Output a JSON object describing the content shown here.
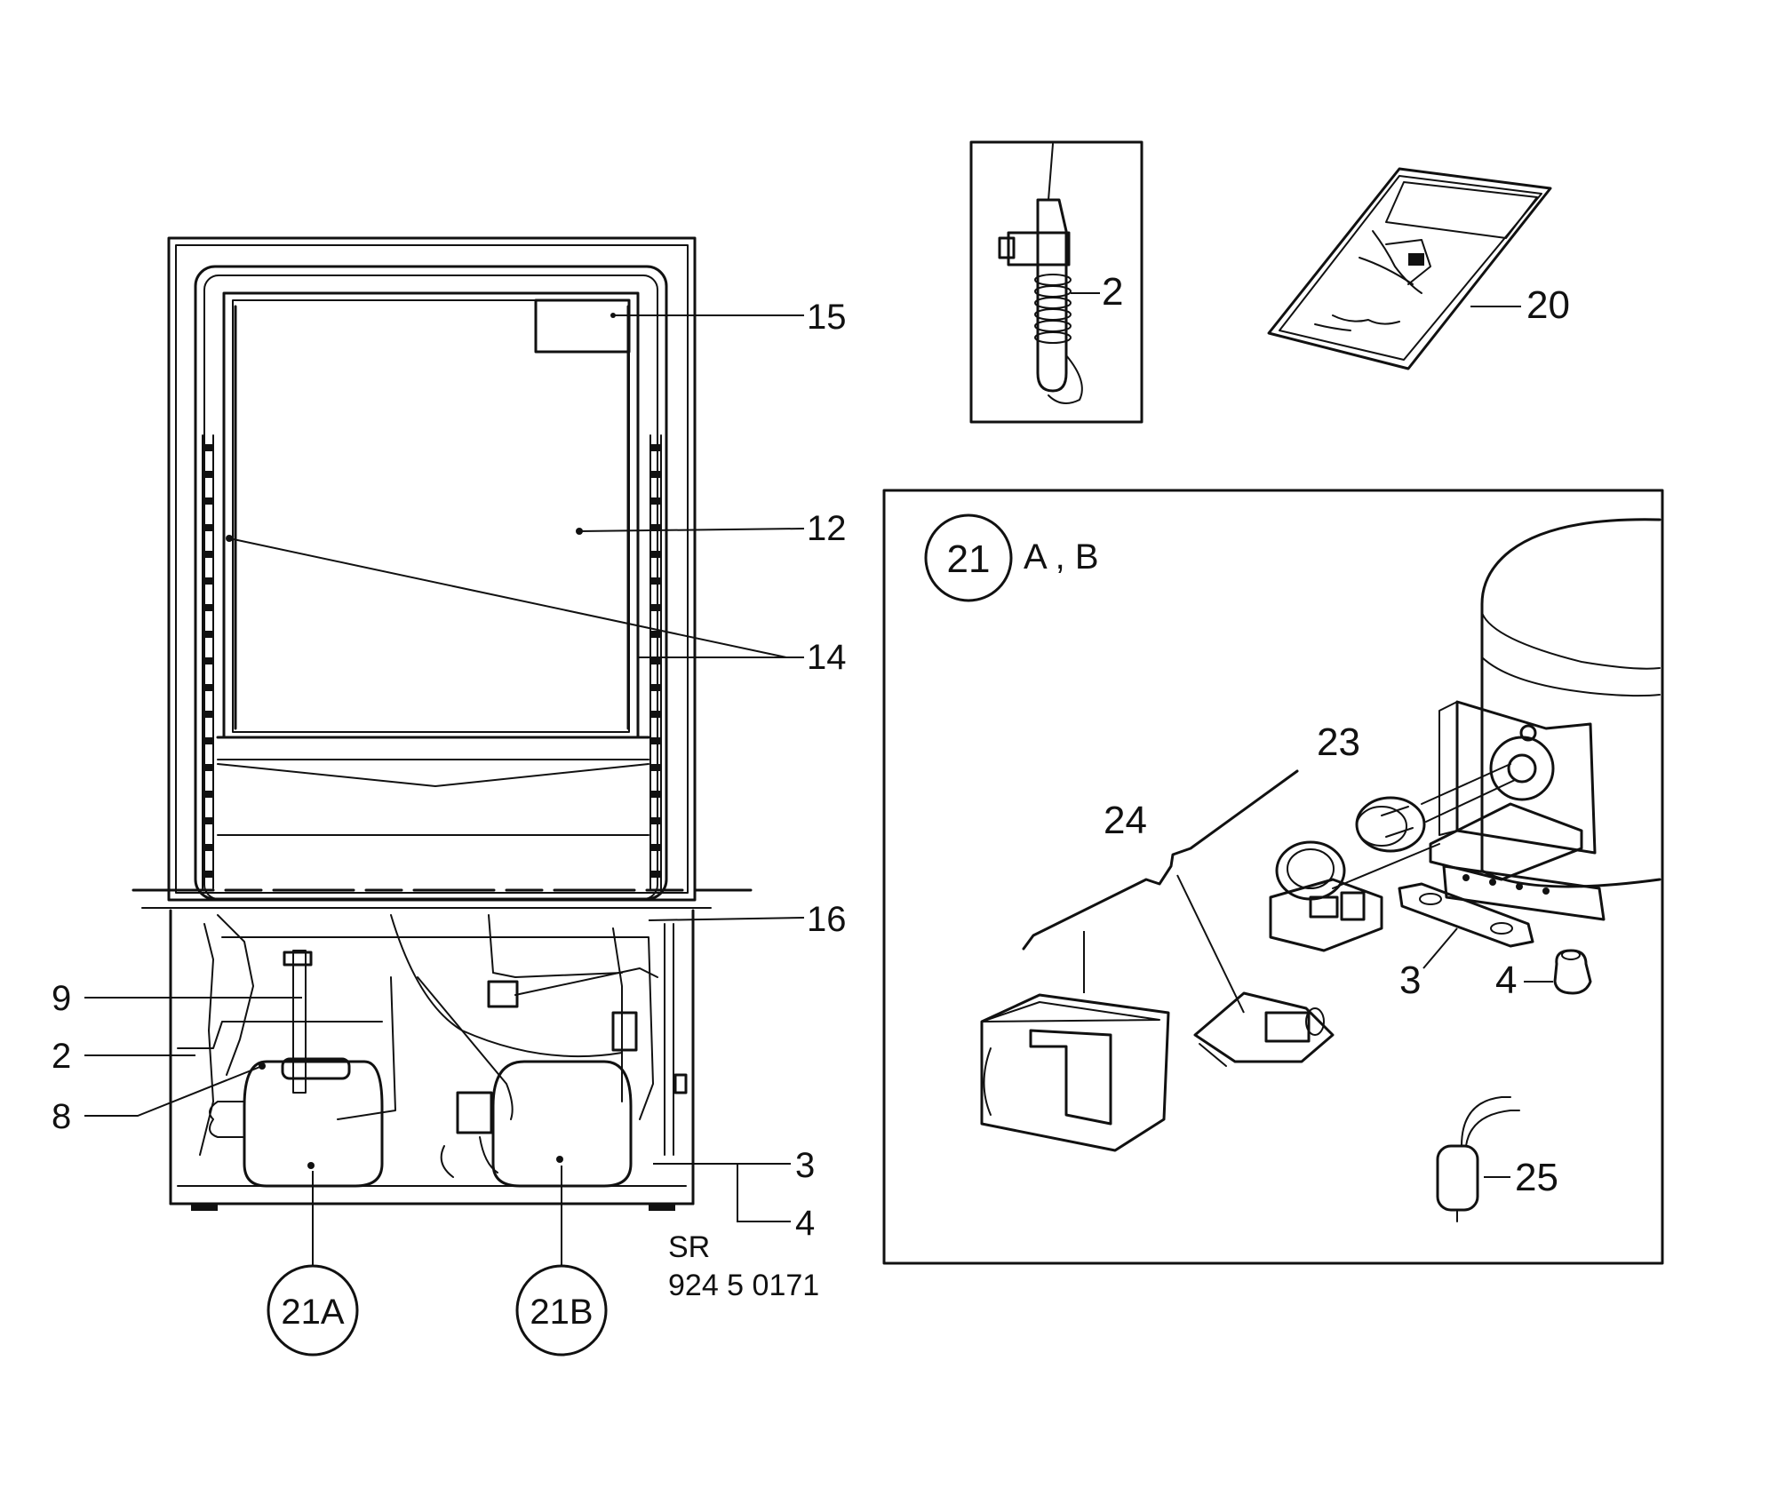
{
  "labels": {
    "p15": "15",
    "p12": "12",
    "p14": "14",
    "p16": "16",
    "p9": "9",
    "p2_left": "2",
    "p8": "8",
    "p3_left": "3",
    "p4_left": "4",
    "p21a": "21A",
    "p21b": "21B",
    "sr": "SR",
    "model": "924 5 0171",
    "p2_inset": "2",
    "p20": "20",
    "p21": "21",
    "ab": "A , B",
    "p23": "23",
    "p24": "24",
    "p3_right": "3",
    "p4_right": "4",
    "p25": "25"
  },
  "colors": {
    "line": "#111111",
    "background": "#ffffff"
  }
}
